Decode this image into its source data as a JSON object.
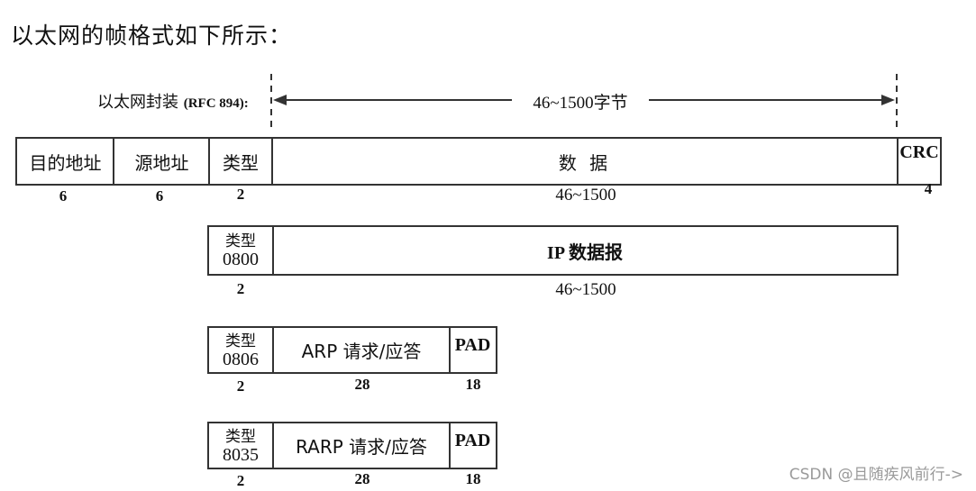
{
  "heading": "以太网的帧格式如下所示：",
  "encapsulation": {
    "label": "以太网封装",
    "ref": "(RFC 894):",
    "range_text": "46~1500字节"
  },
  "ethernet_frame": {
    "fields": [
      {
        "label": "目的地址",
        "size": "6"
      },
      {
        "label": "源地址",
        "size": "6"
      },
      {
        "label": "类型",
        "size": "2"
      },
      {
        "label": "数 据",
        "size": "46~1500"
      },
      {
        "label": "CRC",
        "size": "4"
      }
    ]
  },
  "ip_frame": {
    "type_label": "类型",
    "type_code": "0800",
    "type_size": "2",
    "payload_label": "IP 数据报",
    "payload_size": "46~1500"
  },
  "arp_frame": {
    "type_label": "类型",
    "type_code": "0806",
    "type_size": "2",
    "payload_label": "ARP 请求/应答",
    "payload_size": "28",
    "pad_label": "PAD",
    "pad_size": "18"
  },
  "rarp_frame": {
    "type_label": "类型",
    "type_code": "8035",
    "type_size": "2",
    "payload_label": "RARP 请求/应答",
    "payload_size": "28",
    "pad_label": "PAD",
    "pad_size": "18"
  },
  "watermark": "CSDN @且随疾风前行->"
}
